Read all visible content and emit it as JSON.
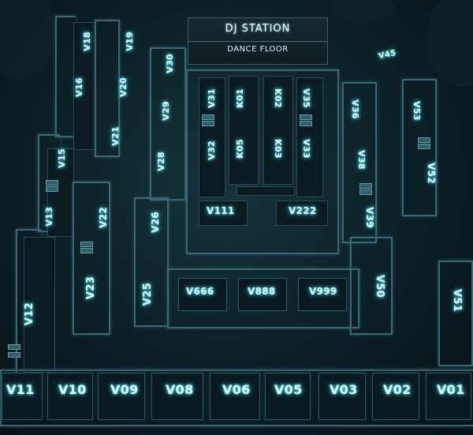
{
  "header": {
    "title": "DJ STATION",
    "subtitle": "DANCE FLOOR"
  },
  "left_zone": [
    "V16",
    "V15",
    "V13",
    "V12",
    "V11"
  ],
  "left_inner": [
    "V19",
    "V20",
    "V21",
    "V22",
    "V23"
  ],
  "center_left": [
    "V30",
    "V29",
    "V28",
    "V26",
    "V25"
  ],
  "inner_left": [
    "V31",
    "V32",
    "V111"
  ],
  "inner_k_left": [
    "K01",
    "K05"
  ],
  "inner_k_right": [
    "K02",
    "K03"
  ],
  "inner_right": [
    "V35",
    "V33",
    "V222"
  ],
  "right_inner": [
    "V36",
    "V38",
    "V39",
    "V50"
  ],
  "right_outer": [
    "V53",
    "V52",
    "V51"
  ],
  "bottom_row": [
    "V11",
    "V10",
    "V09",
    "V08",
    "V06",
    "V05",
    "V03",
    "V02",
    "V01"
  ],
  "vip_row": [
    "V666",
    "V888",
    "V999"
  ],
  "extra_label": "V45"
}
